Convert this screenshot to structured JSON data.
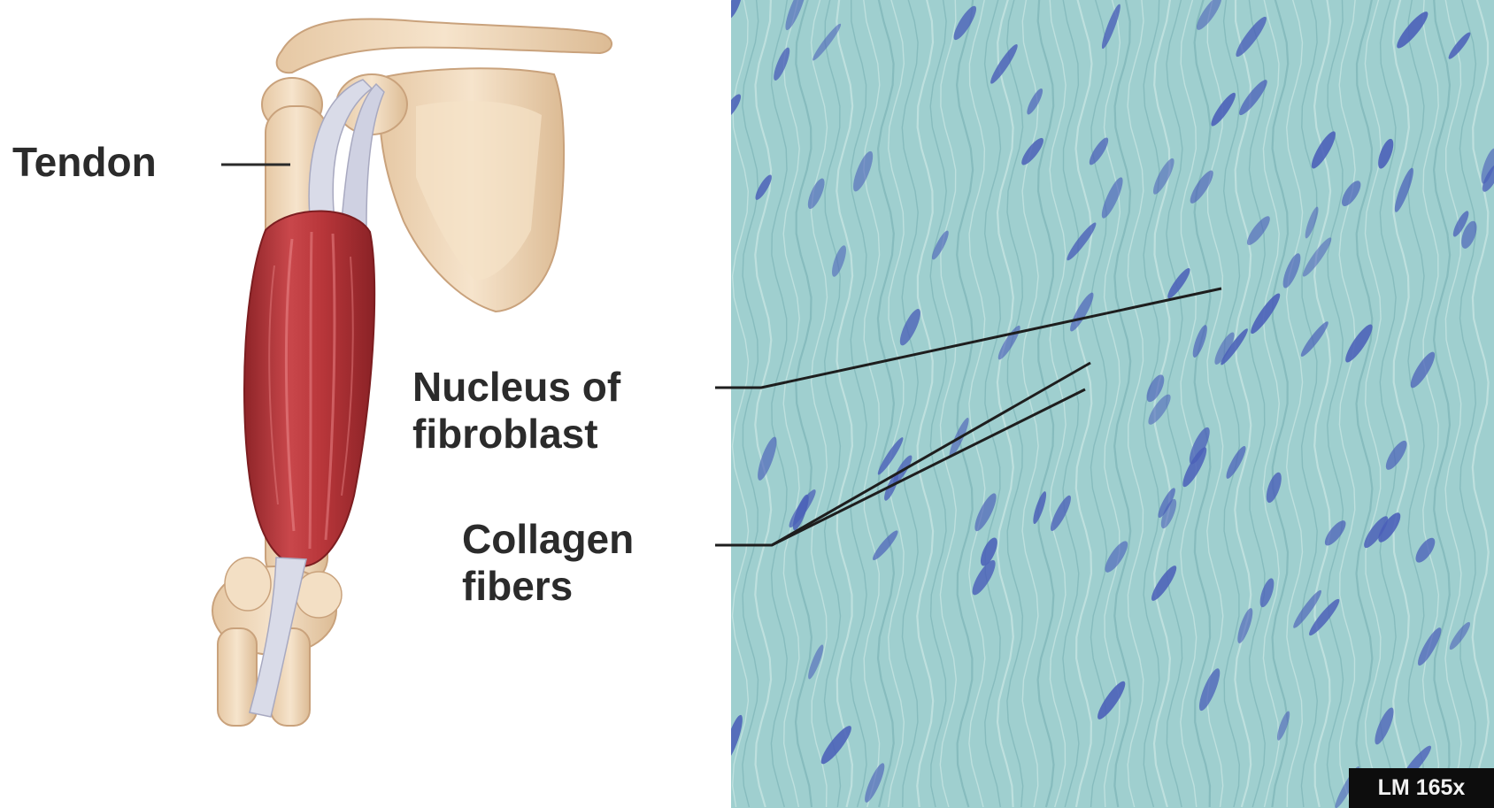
{
  "labels": {
    "tendon": "Tendon",
    "nucleus": "Nucleus of\nfibroblast",
    "collagen": "Collagen\nfibers"
  },
  "magnification": "LM 165x",
  "colors": {
    "micrograph_bg": "#9fcfcf",
    "nucleus": "#4a5fb8",
    "muscle": "#b8363a",
    "bone": "#eed6b8",
    "tendon": "#d9dbe8"
  }
}
